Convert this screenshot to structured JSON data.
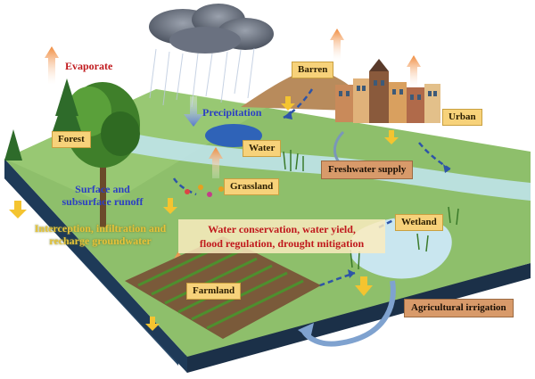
{
  "labels": {
    "evaporate": "Evaporate",
    "precipitation": "Precipitation",
    "forest": "Forest",
    "water": "Water",
    "barren": "Barren",
    "urban": "Urban",
    "grassland": "Grassland",
    "freshwater_supply": "Freshwater supply",
    "surface_runoff": "Surface and subsurface runoff",
    "interception": "Interception, infiltration and recharge groundwater",
    "wetland": "Wetland",
    "farmland": "Farmland",
    "agricultural_irrigation": "Agricultural irrigation",
    "services_line1": "Water conservation, water yield,",
    "services_line2": "flood regulation, drought mitigation"
  },
  "colors": {
    "soil_front": "#1d3550",
    "ground_green": "#8ebf6b",
    "river_blue": "#bfe3ea",
    "evap_arrow": "#f2a25a",
    "precip_arrow": "#6f8fd8",
    "infiltration_arrow": "#f4c430"
  }
}
